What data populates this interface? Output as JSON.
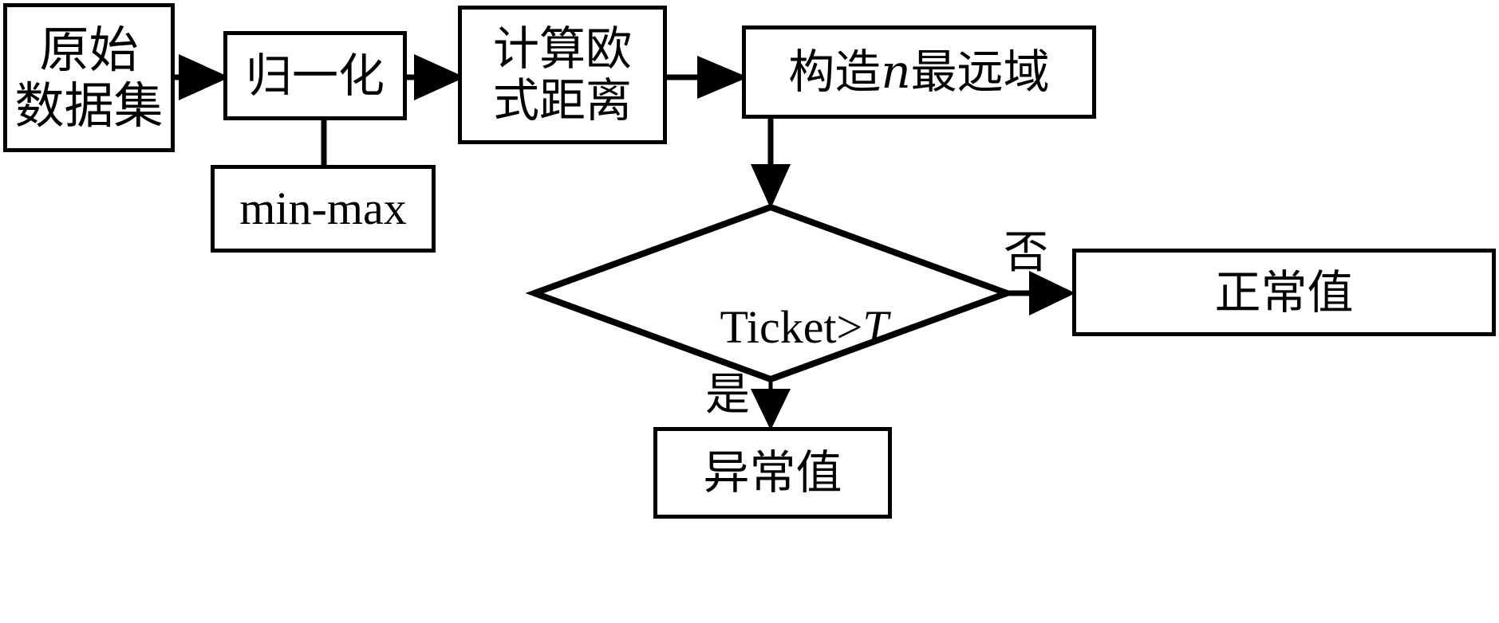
{
  "diagram": {
    "title": "Outlier detection flowchart",
    "background_color": "#ffffff",
    "stroke_color": "#000000",
    "nodes": {
      "raw_dataset": {
        "label": "原始\n数据集",
        "shape": "rect"
      },
      "normalization": {
        "label": "归一化",
        "shape": "rect"
      },
      "minmax": {
        "label": "min-max",
        "shape": "rect"
      },
      "euclidean": {
        "label": "计算欧\n式距离",
        "shape": "rect"
      },
      "n_farthest": {
        "label_pre": "构造",
        "label_var": "n",
        "label_post": "最远域",
        "shape": "rect"
      },
      "decision": {
        "label_pre": "Ticket>",
        "label_var": "T",
        "shape": "diamond"
      },
      "normal_value": {
        "label": "正常值",
        "shape": "rect"
      },
      "abnormal_value": {
        "label": "异常值",
        "shape": "rect"
      }
    },
    "edges": [
      {
        "from": "raw_dataset",
        "to": "normalization",
        "label": ""
      },
      {
        "from": "normalization",
        "to": "euclidean",
        "label": ""
      },
      {
        "from": "euclidean",
        "to": "n_farthest",
        "label": ""
      },
      {
        "from": "normalization",
        "to": "minmax",
        "label": ""
      },
      {
        "from": "n_farthest",
        "to": "decision",
        "label": ""
      },
      {
        "from": "decision",
        "to": "normal_value",
        "label": "否"
      },
      {
        "from": "decision",
        "to": "abnormal_value",
        "label": "是"
      }
    ],
    "edge_labels": {
      "no": "否",
      "yes": "是"
    }
  }
}
